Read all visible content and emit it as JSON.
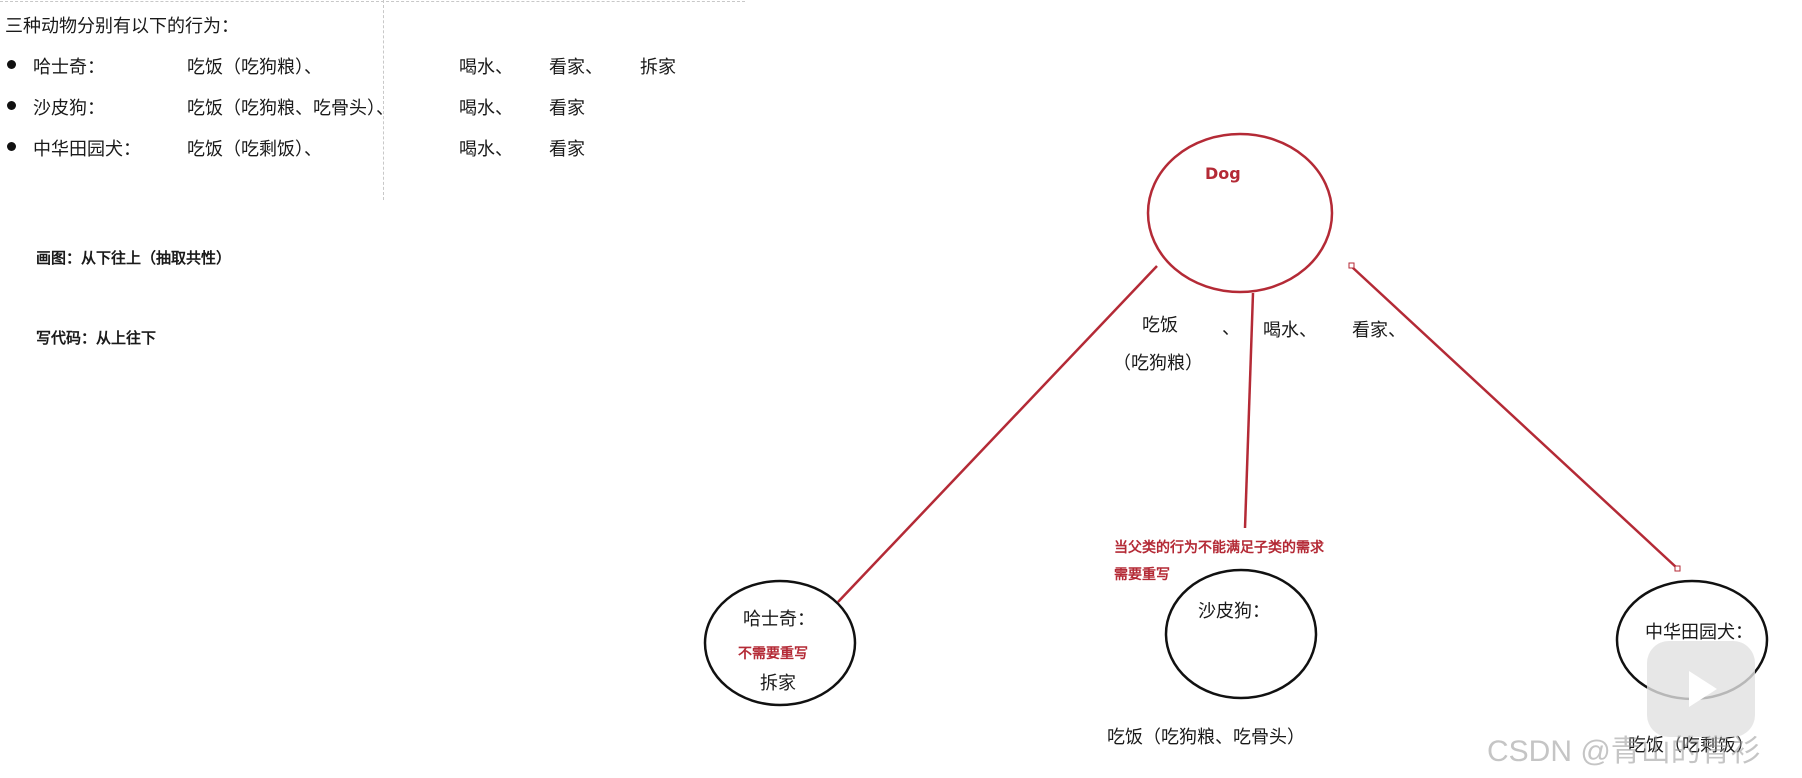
{
  "notes": {
    "heading": "三种动物分别有以下的行为：",
    "rows": [
      {
        "name": "哈士奇：",
        "eat": "吃饭（吃狗粮）、",
        "drink": "喝水、",
        "guard": "看家、",
        "extra": "拆家"
      },
      {
        "name": "沙皮狗：",
        "eat": "吃饭（吃狗粮、吃骨头）、",
        "drink": "喝水、",
        "guard": "看家",
        "extra": ""
      },
      {
        "name": "中华田园犬：",
        "eat": "吃饭（吃剩饭）、",
        "drink": "喝水、",
        "guard": "看家",
        "extra": ""
      }
    ],
    "draw_rule": "画图：从下往上（抽取共性）",
    "code_rule": "写代码：从上往下"
  },
  "diagram": {
    "parent": {
      "label": "Dog"
    },
    "parent_behaviors": {
      "eat": "吃饭",
      "sep": "、",
      "eat_detail": "（吃狗粮）",
      "drink": "喝水、",
      "guard": "看家、"
    },
    "override_note": {
      "line1": "当父类的行为不能满足子类的需求",
      "line2": "需要重写"
    },
    "children": [
      {
        "label": "哈士奇：",
        "note": "不需要重写",
        "behavior": "拆家"
      },
      {
        "label": "沙皮狗：",
        "below": "吃饭（吃狗粮、吃骨头）"
      },
      {
        "label": "中华田园犬：",
        "below": "吃饭（吃剩饭）"
      }
    ],
    "colors": {
      "line": "#b42a36",
      "parent_circle": "#b42a36",
      "child_circle": "#111111",
      "accent_text": "#b42a36"
    }
  },
  "watermark": {
    "text": "CSDN @青山的青衫"
  }
}
